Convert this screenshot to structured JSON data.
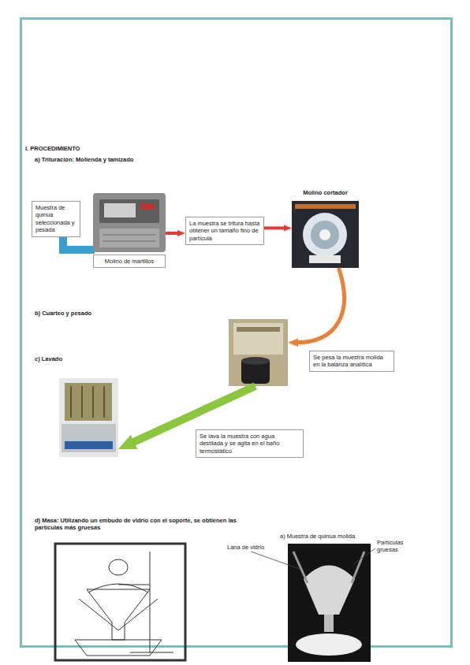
{
  "diagram": {
    "nodes": [
      {
        "text": [
          "Muestra de quinua seleccionada y pesada"
        ]
      },
      {
        "text": [
          "Molino de martillos"
        ]
      },
      {
        "text": [
          "La muestra se tritura hasta obtener un tamaño fino de partícula"
        ]
      },
      {
        "text": [
          "Molino cortador"
        ]
      },
      {
        "text": [
          "Se pesa la muestra molida en la balanza analítica"
        ]
      },
      {
        "text": [
          "Se lava la muestra con agua destilada y se agita en el baño termostático"
        ]
      }
    ],
    "edges": [
      {
        "from": 1,
        "to": 2,
        "arrow": "to"
      },
      {
        "from": 2,
        "to": 3,
        "arrow": "to"
      },
      {
        "from": 3,
        "to": 4,
        "arrow": "to"
      },
      {
        "from": 4,
        "to": 5,
        "arrow": "to"
      }
    ],
    "labels": [
      "I. PROCEDIMIENTO",
      "a) Trituración: Molienda y tamizado",
      "b) Cuarteo y pesado",
      "c) Lavado",
      "d) Masa: Utilizando un embudo de vidrio con el soporte, se obtienen las partículas más gruesas",
      "a) Muestra de quinua molida",
      "Lana de vidrio",
      "Partículas gruesas"
    ]
  }
}
